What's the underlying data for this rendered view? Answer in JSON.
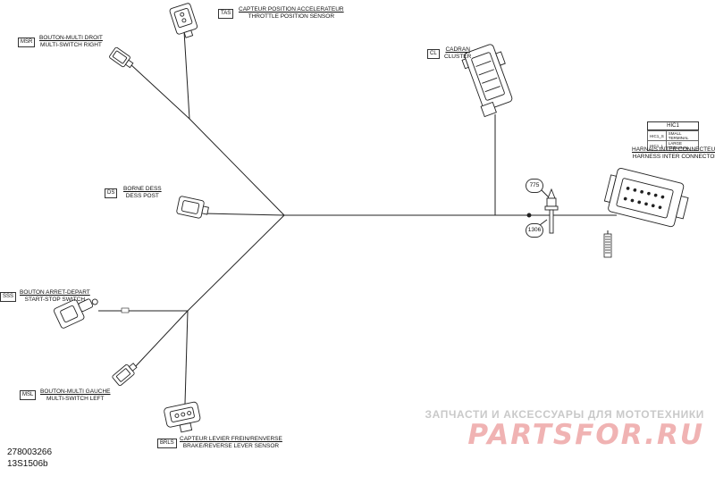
{
  "connectors": {
    "tas": {
      "code": "TAS",
      "label_fr": "CAPTEUR POSITION ACCELERATEUR",
      "label_en": "THROTTLE POSITION SENSOR"
    },
    "msr": {
      "code": "MSR",
      "label_fr": "BOUTON-MULTI DROIT",
      "label_en": "MULTI-SWITCH RIGHT"
    },
    "cl": {
      "code": "CL",
      "label_fr": "CADRAN",
      "label_en": "CLUSTER"
    },
    "ds": {
      "code": "DS",
      "label_fr": "BORNE DESS",
      "label_en": "DESS POST"
    },
    "sss": {
      "code": "SSS",
      "label_fr": "BOUTON ARRET-DEPART",
      "label_en": "START-STOP SWITCH"
    },
    "msl": {
      "code": "MSL",
      "label_fr": "BOUTON-MULTI GAUCHE",
      "label_en": "MULTI-SWITCH LEFT"
    },
    "brls": {
      "code": "BRLS",
      "label_fr": "CAPTEUR LEVIER FREIN/RENVERSE",
      "label_en": "BRAKE/REVERSE LEVER SENSOR"
    },
    "hic": {
      "code": "HIC1",
      "label_fr": "HARNAIS INTER CONNECTEUR",
      "label_en": "HARNESS INTER CONNECTOR",
      "rows": [
        {
          "id": "HIC1_S",
          "desc": "SMALL TERMINAL"
        },
        {
          "id": "HIC1_L",
          "desc": "LARGE TERMINAL"
        }
      ]
    }
  },
  "callouts": {
    "part_775": "775",
    "part_1306": "1306"
  },
  "document": {
    "part_number": "278003266",
    "drawing_number": "13S1506b"
  },
  "watermark": {
    "line1": "ЗАПЧАСТИ И АКСЕССУАРЫ ДЛЯ МОТОТЕХНИКИ",
    "line2": "PARTSFOR.RU"
  },
  "colors": {
    "line": "#222222",
    "watermark_red": "#f0b3b3",
    "watermark_grey": "#c9c9c9"
  }
}
